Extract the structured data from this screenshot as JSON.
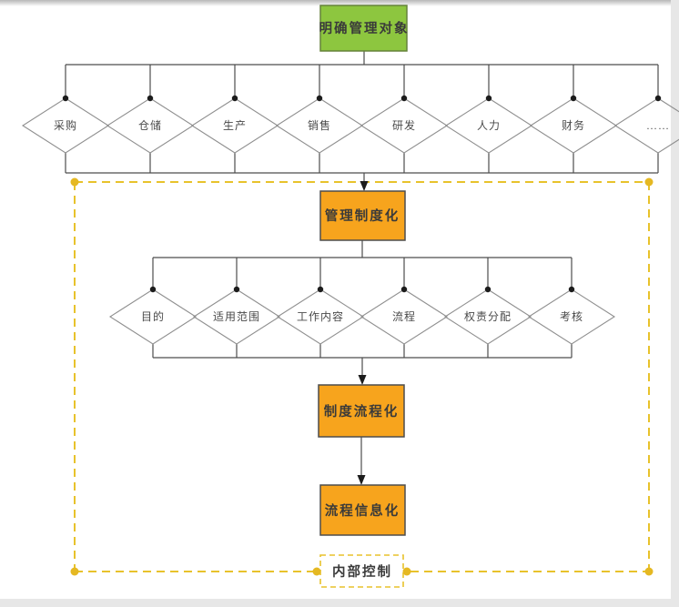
{
  "diagram": {
    "root": {
      "label": "明确管理对象"
    },
    "departments": [
      "采购",
      "仓储",
      "生产",
      "销售",
      "研发",
      "人力",
      "财务",
      "……"
    ],
    "stages": [
      {
        "label": "管理制度化"
      },
      {
        "label": "制度流程化"
      },
      {
        "label": "流程信息化"
      }
    ],
    "institution_elements": [
      "目的",
      "适用范围",
      "工作内容",
      "流程",
      "权责分配",
      "考核"
    ],
    "container": {
      "label": "内部控制"
    },
    "colors": {
      "root_fill": "#8dc63f",
      "stage_fill": "#f7a41d",
      "dashed_border": "#e8c22b",
      "corner_dot": "#e5b822",
      "connector": "#4d4d4d",
      "diamond_border": "#8f8f8f"
    }
  }
}
